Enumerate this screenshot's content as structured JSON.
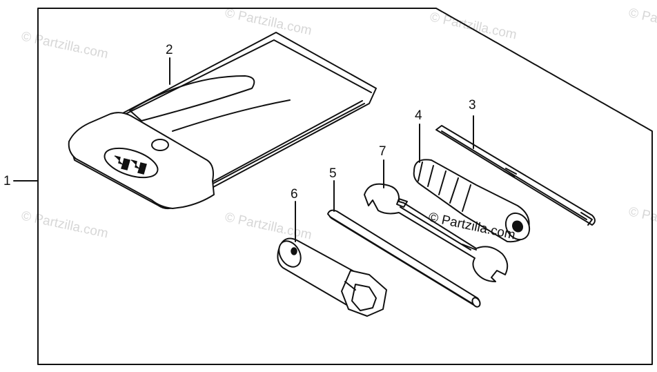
{
  "callouts": {
    "c1": "1",
    "c2": "2",
    "c3": "3",
    "c4": "4",
    "c5": "5",
    "c6": "6",
    "c7": "7"
  },
  "credit": "© Partzilla.com",
  "watermark": "© Partzilla.com",
  "icons": {
    "tool-bag": "tool-bag-icon",
    "screwdriver": "screwdriver-icon",
    "screwdriver-handle": "screwdriver-handle-icon",
    "handle-bar": "handle-bar-icon",
    "socket-wrench": "socket-wrench-icon",
    "open-end-wrench": "open-end-wrench-icon",
    "honda-logo": "honda-logo-icon"
  }
}
